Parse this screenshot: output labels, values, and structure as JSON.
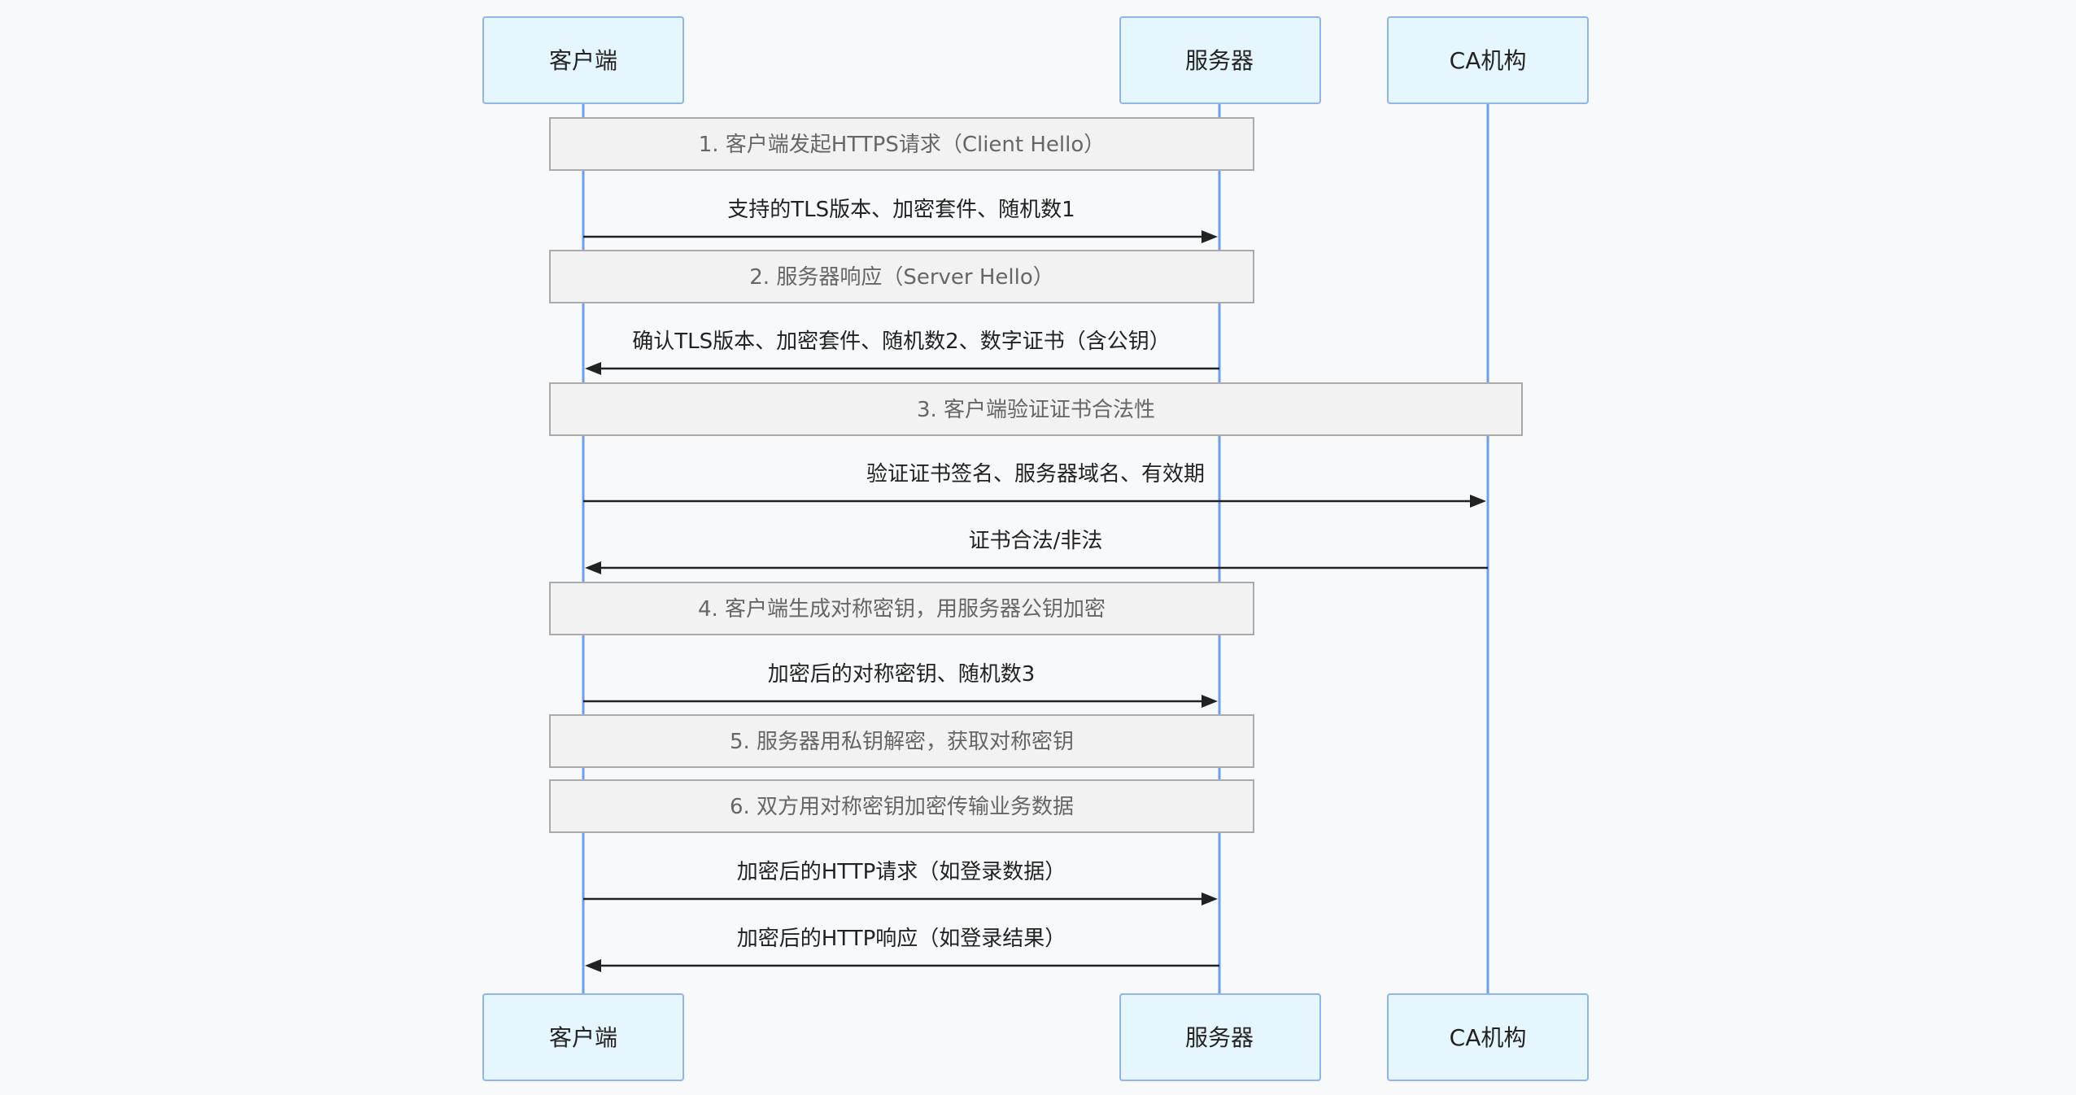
{
  "participants": [
    {
      "id": "client",
      "label": "客户端"
    },
    {
      "id": "server",
      "label": "服务器"
    },
    {
      "id": "ca",
      "label": "CA机构"
    }
  ],
  "steps": [
    {
      "type": "note",
      "span": [
        "client",
        "server"
      ],
      "text": "1. 客户端发起HTTPS请求（Client Hello）"
    },
    {
      "type": "message",
      "from": "client",
      "to": "server",
      "text": "支持的TLS版本、加密套件、随机数1"
    },
    {
      "type": "note",
      "span": [
        "client",
        "server"
      ],
      "text": "2. 服务器响应（Server Hello）"
    },
    {
      "type": "message",
      "from": "server",
      "to": "client",
      "text": "确认TLS版本、加密套件、随机数2、数字证书（含公钥）"
    },
    {
      "type": "note",
      "span": [
        "client",
        "ca"
      ],
      "text": "3. 客户端验证证书合法性"
    },
    {
      "type": "message",
      "from": "client",
      "to": "ca",
      "text": "验证证书签名、服务器域名、有效期"
    },
    {
      "type": "message",
      "from": "ca",
      "to": "client",
      "text": "证书合法/非法"
    },
    {
      "type": "note",
      "span": [
        "client",
        "server"
      ],
      "text": "4. 客户端生成对称密钥，用服务器公钥加密"
    },
    {
      "type": "message",
      "from": "client",
      "to": "server",
      "text": "加密后的对称密钥、随机数3"
    },
    {
      "type": "note",
      "span": [
        "client",
        "server"
      ],
      "text": "5. 服务器用私钥解密，获取对称密钥"
    },
    {
      "type": "note",
      "span": [
        "client",
        "server"
      ],
      "text": "6. 双方用对称密钥加密传输业务数据"
    },
    {
      "type": "message",
      "from": "client",
      "to": "server",
      "text": "加密后的HTTP请求（如登录数据）"
    },
    {
      "type": "message",
      "from": "server",
      "to": "client",
      "text": "加密后的HTTP响应（如登录结果）"
    }
  ]
}
